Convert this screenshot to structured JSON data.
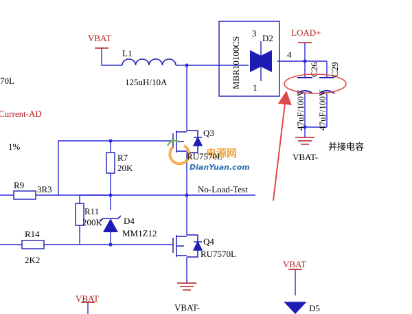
{
  "labels": {
    "vbat_top": "VBAT",
    "l1": "L1",
    "l1_value": "125uH/10A",
    "d2_part": "MBR10100CS",
    "d2": "D2",
    "pin3": "3",
    "pin1": "1",
    "pin4": "4",
    "load_plus": "LOAD+",
    "c26": "C26",
    "c29": "C29",
    "c26_value": "47uF/100V",
    "c29_value": "47uF/100V",
    "parallel_caps_note": "并接电容",
    "vbat_minus_caps": "VBAT-",
    "q3": "Q3",
    "q3_part": "RU7570L",
    "r7": "R7",
    "r7_value": "20K",
    "no_load_test": "No-Load-Test",
    "r9": "R9",
    "r9_value": "3R3",
    "r11": "R11",
    "r11_value": "200K",
    "d4": "D4",
    "d4_part": "MM1Z12",
    "q4": "Q4",
    "q4_part": "RU7570L",
    "r14": "R14",
    "r14_value": "2K2",
    "vbat_minus_bottom": "VBAT-",
    "vbat_bottom_left": "VBAT",
    "vbat_bottom_right": "VBAT",
    "d5": "D5",
    "left_cut_70l": "70L",
    "left_cut_current_ad": "Current-AD",
    "left_cut_percent": "1%"
  },
  "watermark": {
    "cn": "电源网",
    "url": "DianYuan.com"
  },
  "colors": {
    "wire": "#2b2bd6",
    "component": "#1d1db5",
    "red": "#b01818",
    "annotation": "#e04848",
    "text": "#000000",
    "watermark_cn": "#f3a43a",
    "watermark_url": "#2d6fb4"
  }
}
